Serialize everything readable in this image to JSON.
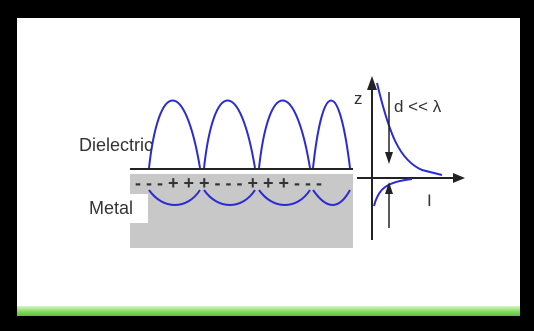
{
  "labels": {
    "dielectric": "Dielectric",
    "metal": "Metal",
    "z_axis": "z",
    "decay": "d << λ",
    "intensity": "I"
  },
  "charges": {
    "sequence": "- - - + + + - - - + + + - - -"
  },
  "colors": {
    "wave": "#2b2bd6",
    "metal": "#c8c8c8",
    "frame": "#000000"
  }
}
